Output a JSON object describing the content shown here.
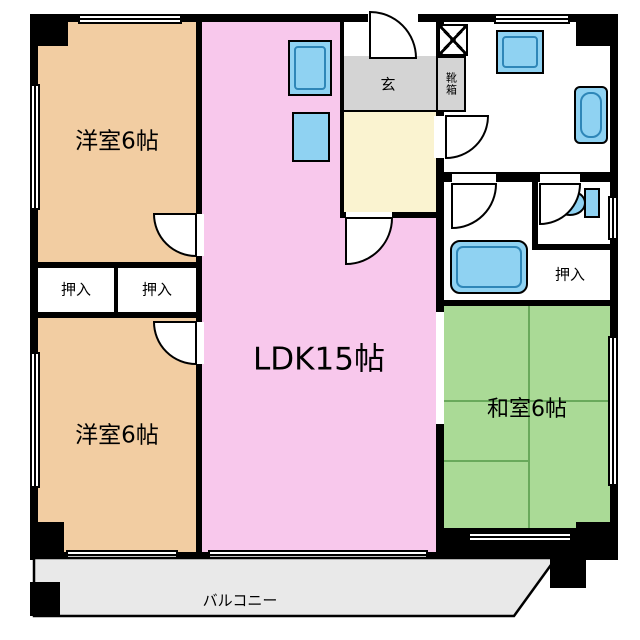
{
  "floor_plan": {
    "rooms": {
      "western_room_top": "洋室6帖",
      "western_room_bottom": "洋室6帖",
      "ldk": "LDK15帖",
      "japanese_room": "和室6帖",
      "entrance": "玄",
      "shoe_cabinet": "靴箱",
      "closet_a": "押入",
      "closet_b": "押入",
      "closet_right": "押入",
      "balcony": "バルコニー"
    },
    "colors": {
      "wall": "#000000",
      "western_room_floor": "#f2cda2",
      "ldk_floor": "#f8c8ec",
      "japanese_room_floor": "#aada96",
      "entrance_floor": "#d4d4d4",
      "hallway_floor": "#faf3d0",
      "fixture_blue": "#8fd2f2",
      "balcony_floor": "#e9e9e9"
    },
    "fixtures": [
      "kitchen-counter",
      "washing-machine",
      "wash-basin",
      "toilet",
      "bathtub",
      "shoe-cabinet",
      "pipe-space"
    ]
  }
}
